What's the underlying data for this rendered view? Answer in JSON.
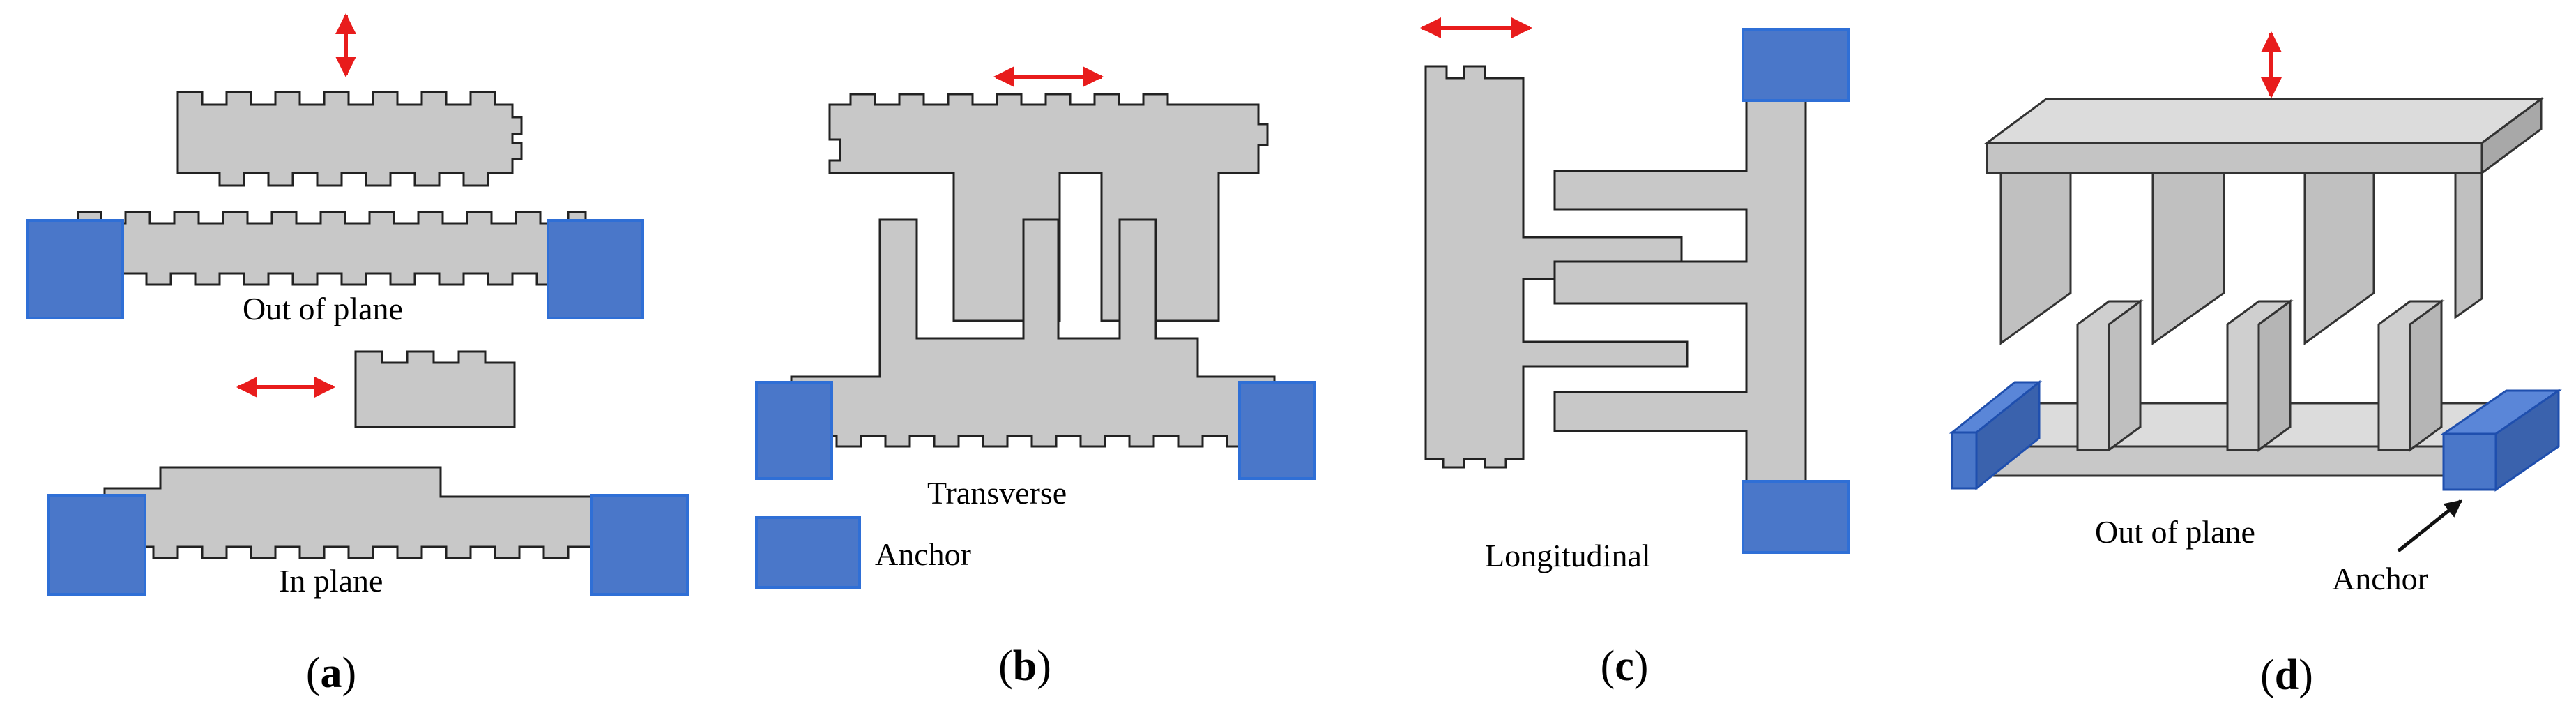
{
  "panels": {
    "a": {
      "caption_open": "(",
      "caption_letter": "a",
      "caption_close": ")",
      "label_top": "Out of plane",
      "label_bottom": "In plane"
    },
    "b": {
      "caption_open": "(",
      "caption_letter": "b",
      "caption_close": ")",
      "label": "Transverse",
      "legend_label": "Anchor"
    },
    "c": {
      "caption_open": "(",
      "caption_letter": "c",
      "caption_close": ")",
      "label": "Longitudinal"
    },
    "d": {
      "caption_open": "(",
      "caption_letter": "d",
      "caption_close": ")",
      "label_motion": "Out of plane",
      "label_anchor": "Anchor"
    }
  },
  "colors": {
    "anchor_fill": "#4a77c9",
    "anchor_stroke": "#2f6fd6",
    "electrode_fill": "#c8c8c8",
    "electrode_stroke": "#222222",
    "arrow": "#e81c1c"
  },
  "icons": {
    "motion_arrow": "double-headed-arrow-icon",
    "pointer": "arrow-icon"
  }
}
